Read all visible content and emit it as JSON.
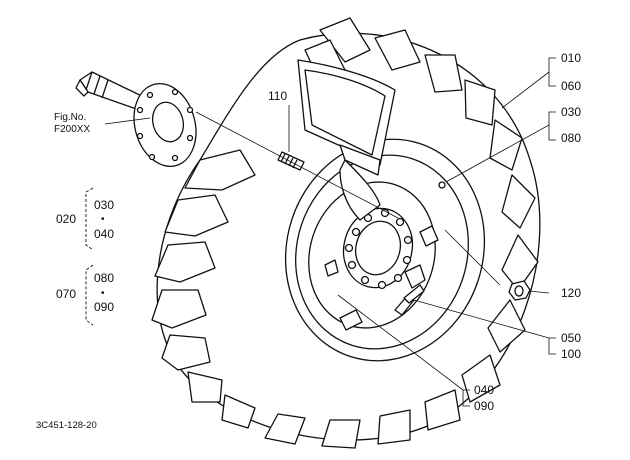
{
  "figure_ref": {
    "line1": "Fig.No.",
    "line2": "F200XX"
  },
  "drawing_code": "3C451-128-20",
  "callouts": {
    "c110": "110",
    "c010": "010",
    "c060": "060",
    "c030": "030",
    "c080": "080",
    "c120": "120",
    "c050": "050",
    "c100": "100",
    "c040": "040",
    "c090": "090"
  },
  "groups": {
    "g020": {
      "label": "020",
      "top": "030",
      "sep": "•",
      "bottom": "040"
    },
    "g070": {
      "label": "070",
      "top": "080",
      "sep": "•",
      "bottom": "090"
    }
  }
}
